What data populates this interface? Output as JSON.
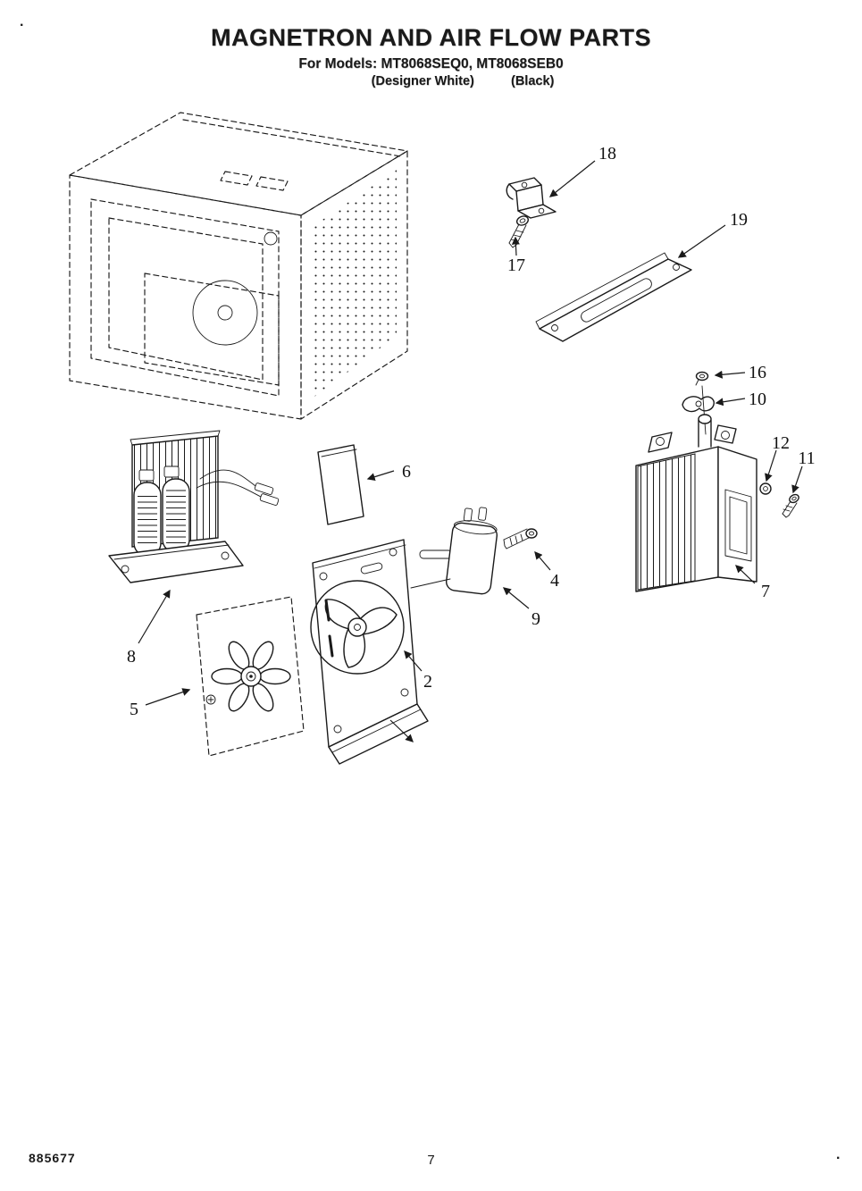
{
  "header": {
    "title": "MAGNETRON AND AIR FLOW PARTS",
    "models_line": "For Models: MT8068SEQ0, MT8068SEB0",
    "finish_left": "(Designer White)",
    "finish_right": "(Black)"
  },
  "parts": [
    {
      "number": "2"
    },
    {
      "number": "4"
    },
    {
      "number": "5"
    },
    {
      "number": "6"
    },
    {
      "number": "7"
    },
    {
      "number": "8"
    },
    {
      "number": "9"
    },
    {
      "number": "10"
    },
    {
      "number": "11"
    },
    {
      "number": "12"
    },
    {
      "number": "16"
    },
    {
      "number": "17"
    },
    {
      "number": "18"
    },
    {
      "number": "19"
    }
  ],
  "footer": {
    "doc_number": "885677",
    "page_number": "7"
  },
  "marks": {
    "top_left": ".",
    "bottom_right": "."
  },
  "colors": {
    "ink": "#1a1a1a",
    "paper": "#ffffff"
  }
}
